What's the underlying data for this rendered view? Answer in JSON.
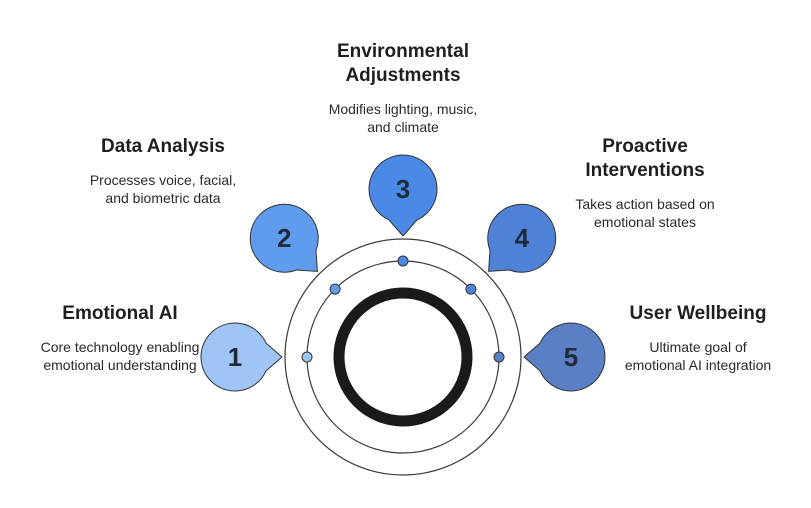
{
  "steps": [
    {
      "number": "1",
      "title": "Emotional AI",
      "description": "Core technology enabling emotional understanding",
      "color": "#9ec5f5"
    },
    {
      "number": "2",
      "title": "Data Analysis",
      "description": "Processes voice, facial, and biometric data",
      "color": "#5f9cee"
    },
    {
      "number": "3",
      "title": "Environmental Adjustments",
      "description": "Modifies lighting, music, and climate",
      "color": "#4a8ae6"
    },
    {
      "number": "4",
      "title": "Proactive Interventions",
      "description": "Takes action based on emotional states",
      "color": "#4f82d6"
    },
    {
      "number": "5",
      "title": "User Wellbeing",
      "description": "Ultimate goal of emotional AI integration",
      "color": "#5b7fc4"
    }
  ],
  "colors": {
    "ring_outline": "#3a3a3a",
    "center_ring": "#1a1a1a",
    "stroke": "#333333"
  }
}
